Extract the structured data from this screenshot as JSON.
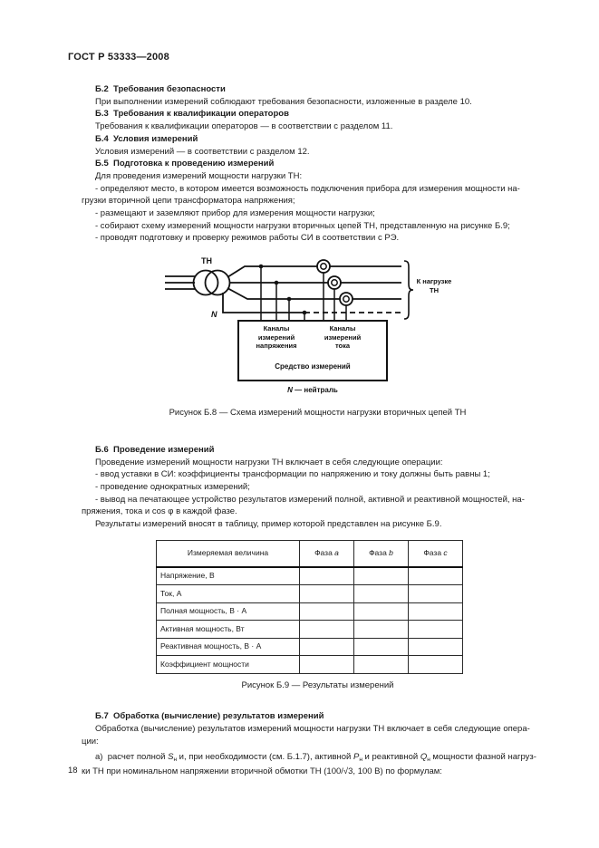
{
  "page": {
    "header": "ГОСТ Р 53333—2008",
    "page_number": "18"
  },
  "b2": {
    "heading": "Б.2  Требования безопасности",
    "lines": [
      "При выполнении измерений соблюдают требования безопасности, изложенные в разделе 10."
    ]
  },
  "b3": {
    "heading": "Б.3  Требования к квалификации операторов",
    "lines": [
      "Требования к квалификации операторов — в соответствии с разделом 11."
    ]
  },
  "b4": {
    "heading": "Б.4  Условия измерений",
    "lines": [
      "Условия измерений — в соответствии с разделом 12."
    ]
  },
  "b5": {
    "heading": "Б.5  Подготовка к проведению измерений",
    "lines": [
      "Для проведения измерений мощности нагрузки ТН:",
      "- определяют место, в котором имеется возможность подключения прибора для измерения мощности на-",
      "грузки вторичной цепи трансформатора напряжения;",
      "- размещают и заземляют прибор для измерения мощности нагрузки;",
      "- собирают схему измерений мощности нагрузки вторичных цепей ТН, представленную на рисунке Б.9;",
      "- проводят подготовку и проверку режимов работы СИ в соответствии с РЭ."
    ]
  },
  "figure_b8": {
    "caption": "Рисунок Б.8 — Схема измерений мощности нагрузки вторичных цепей ТН",
    "labels": {
      "transformer": "ТН",
      "neutral_point": "N",
      "to_load": "К нагрузке\nТН",
      "voltage_channels": "Каналы\nизмерений\nнапряжения",
      "current_channels": "Каналы\nизмерений\nтока",
      "instrument": "Средство измерений",
      "note_symbol": "N",
      "note_text": " — нейтраль"
    }
  },
  "b6": {
    "heading": "Б.6  Проведение измерений",
    "lines": [
      "Проведение измерений мощности нагрузки ТН включает в себя следующие операции:",
      "- ввод уставки в СИ: коэффициенты трансформации по напряжению и току должны быть равны 1;",
      "- проведение однократных измерений;",
      "- вывод на печатающее устройство результатов измерений полной, активной и реактивной мощностей, на-",
      "пряжения, тока и cos φ в каждой фазе.",
      "Результаты измерений вносят в таблицу, пример которой представлен на рисунке Б.9."
    ]
  },
  "table_b9": {
    "caption": "Рисунок Б.9 — Результаты измерений",
    "header": {
      "col0": "Измеряемая величина",
      "phase_word": "Фаза ",
      "phases": [
        "a",
        "b",
        "c"
      ]
    },
    "rows": [
      "Напряжение, В",
      "Ток, А",
      "Полная мощность, В · А",
      "Активная мощность, Вт",
      "Реактивная мощность, В · А",
      "Коэффициент мощности"
    ]
  },
  "b7": {
    "heading": "Б.7  Обработка (вычисление) результатов измерений",
    "lines": [
      "Обработка (вычисление) результатов измерений мощности нагрузки ТН включает в себя следующие опера-",
      "ции:"
    ],
    "item_a": {
      "parts": [
        "а)  расчет полной ",
        "S",
        "н",
        " и, при необходимости (см. Б.1.7), активной ",
        "P",
        "н",
        " и реактивной ",
        "Q",
        "н",
        " мощности фазной нагруз-"
      ],
      "line2": "ки ТН при номинальном напряжении вторичной обмотки ТН (100/√3, 100 В) по формулам:"
    }
  }
}
